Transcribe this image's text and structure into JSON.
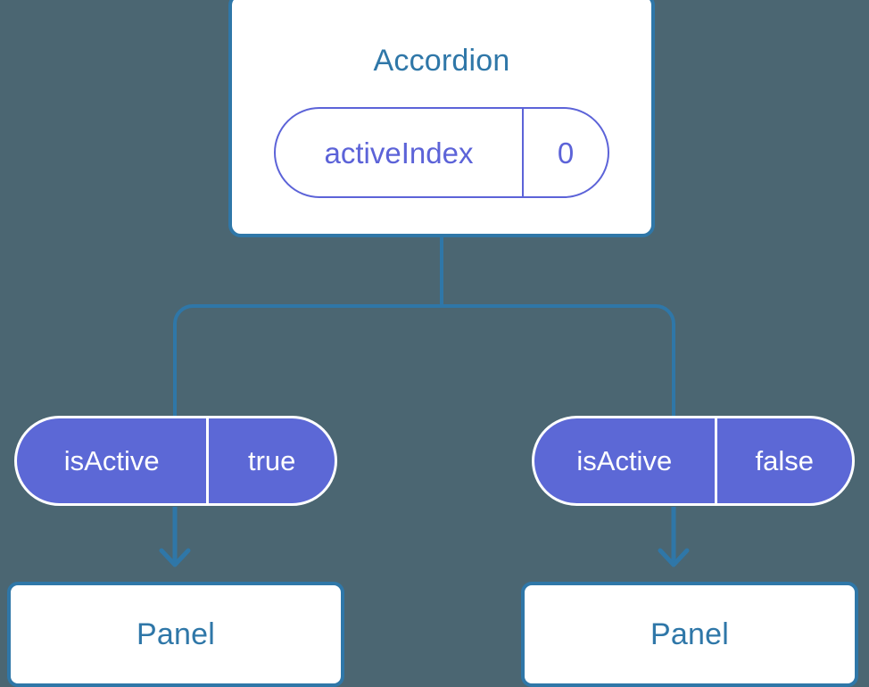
{
  "diagram": {
    "type": "component-state-tree",
    "background_color": "#4b6672",
    "colors": {
      "card_border": "#2f77a8",
      "card_background": "#ffffff",
      "title_text": "#2f77a8",
      "pill_outline_stroke": "#5c63d8",
      "pill_outline_text": "#5c63d8",
      "pill_filled_background": "#5c68d6",
      "pill_filled_border": "#ffffff",
      "pill_filled_text": "#ffffff",
      "connector_line": "#2f77a8",
      "arrow": "#2f77a8"
    }
  },
  "root": {
    "title": "Accordion",
    "state": {
      "key": "activeIndex",
      "value": "0"
    }
  },
  "children": [
    {
      "state": {
        "key": "isActive",
        "value": "true"
      },
      "component": {
        "title": "Panel"
      }
    },
    {
      "state": {
        "key": "isActive",
        "value": "false"
      },
      "component": {
        "title": "Panel"
      }
    }
  ]
}
